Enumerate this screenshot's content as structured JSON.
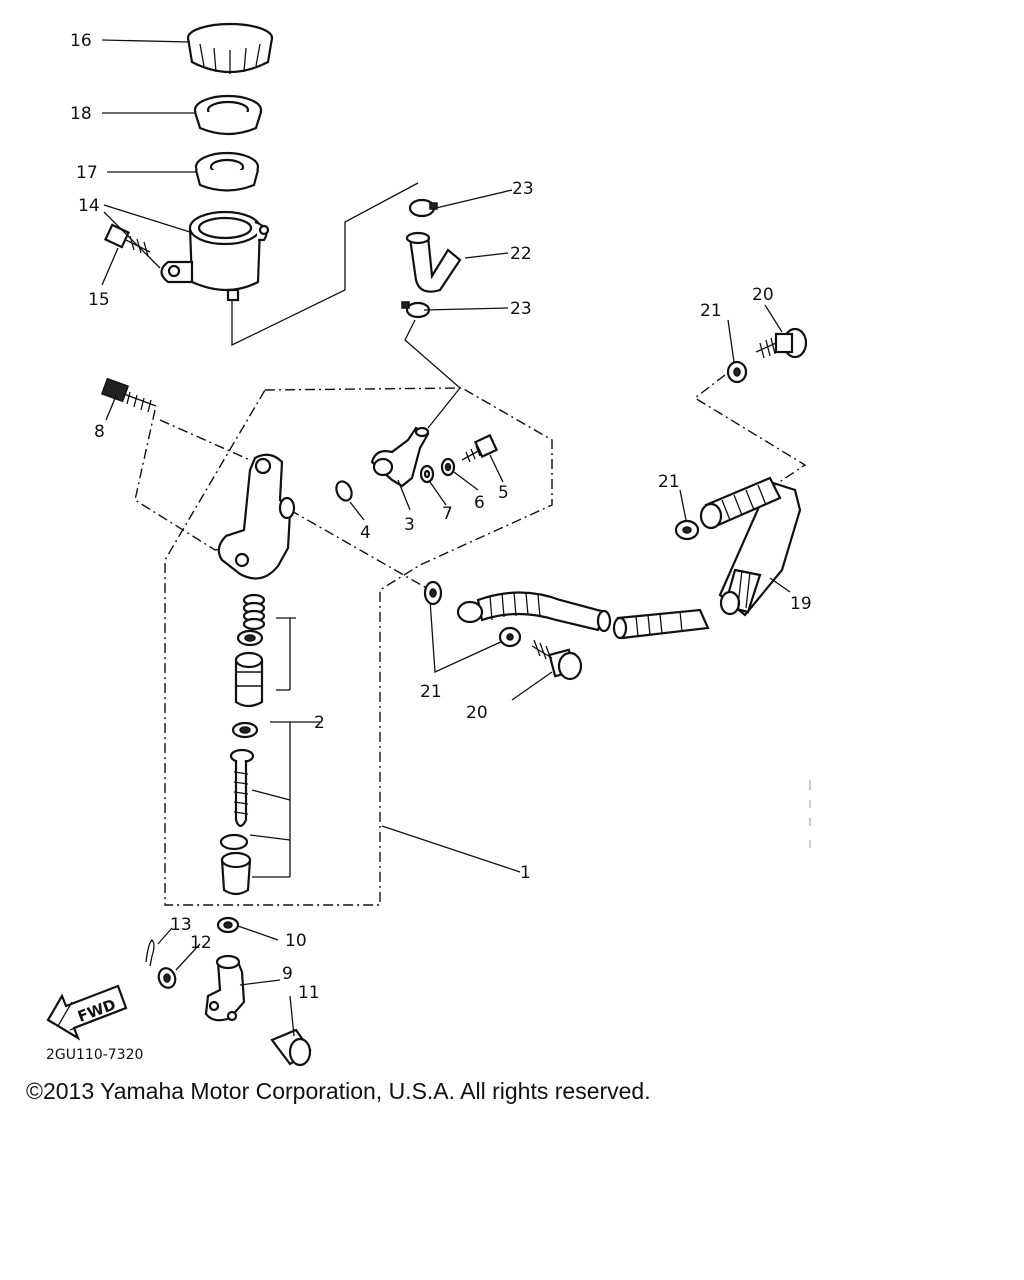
{
  "callouts": {
    "p1": "1",
    "p2": "2",
    "p3": "3",
    "p4": "4",
    "p5": "5",
    "p6": "6",
    "p7": "7",
    "p8": "8",
    "p9": "9",
    "p10": "10",
    "p11": "11",
    "p12": "12",
    "p13": "13",
    "p14": "14",
    "p15": "15",
    "p16": "16",
    "p17": "17",
    "p18": "18",
    "p19": "19",
    "p20a": "20",
    "p20b": "20",
    "p21a": "21",
    "p21b": "21",
    "p21c": "21",
    "p22": "22",
    "p23a": "23",
    "p23b": "23"
  },
  "fwd_label": "FWD",
  "drawing_code": "2GU110-7320",
  "copyright": "©2013 Yamaha Motor Corporation, U.S.A. All rights reserved."
}
